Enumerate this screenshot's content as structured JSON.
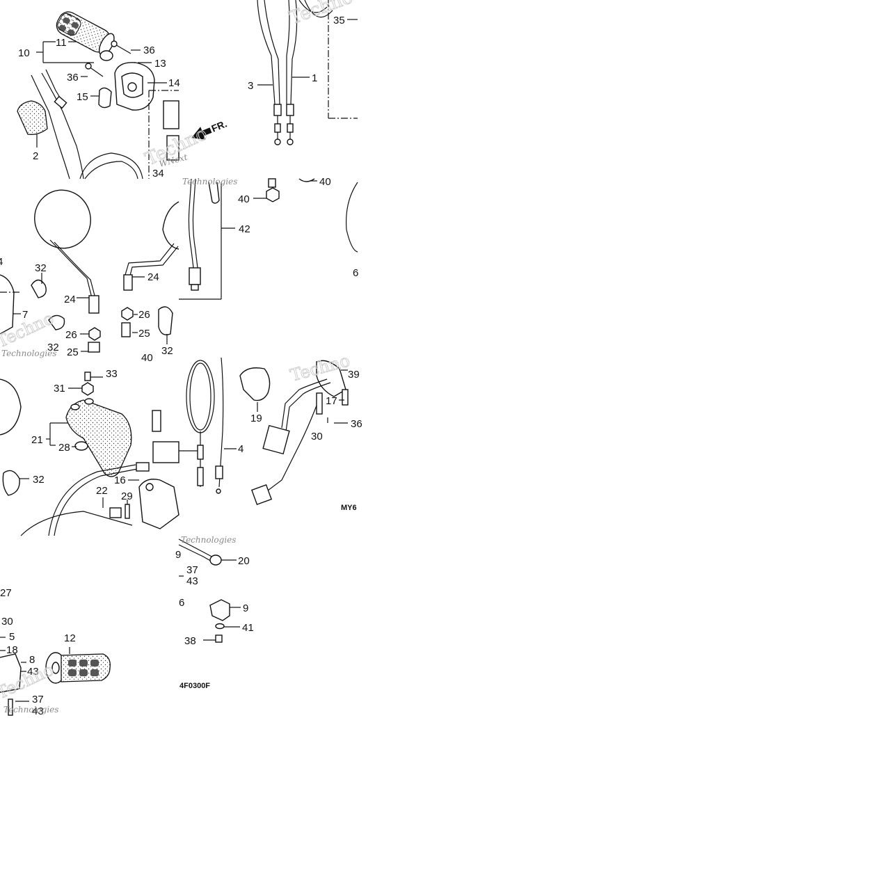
{
  "diagram": {
    "direction_marker": "FR.",
    "codes": {
      "tile2": "MY6",
      "tile5": "4F0300F"
    },
    "watermark_big": "Techno",
    "watermark_small": "Technologies",
    "watermark_brand": "WNext",
    "callouts": {
      "c10": "10",
      "c11": "11",
      "c36a": "36",
      "c13": "13",
      "c36b": "36",
      "c14": "14",
      "c15": "15",
      "c2": "2",
      "c34": "34",
      "c35": "35",
      "c3": "3",
      "c1": "1",
      "c32a": "32",
      "c24a": "24",
      "c7": "7",
      "c26a": "26",
      "c25a": "25",
      "c24b": "24",
      "c26b": "26",
      "c25b": "25",
      "c32b": "32",
      "c32c": "32",
      "c40a": "40",
      "c4edge": "4",
      "c40b": "40",
      "c42": "42",
      "c40c": "40",
      "c6": "6",
      "c33": "33",
      "c31": "31",
      "c21": "21",
      "c28": "28",
      "c32d": "32",
      "c16": "16",
      "c22": "22",
      "c29": "29",
      "c19": "19",
      "c39": "39",
      "c17": "17",
      "c36c": "36",
      "c30": "30",
      "c4": "4",
      "c27": "27",
      "c30b": "30",
      "c5": "5",
      "c18": "18",
      "c8": "8",
      "c43a": "43",
      "c12": "12",
      "c37a": "37",
      "c43b": "43",
      "c9edge": "9",
      "c20": "20",
      "c37b": "37",
      "c43c": "43",
      "c6b": "6",
      "c9": "9",
      "c41": "41",
      "c38": "38"
    }
  }
}
